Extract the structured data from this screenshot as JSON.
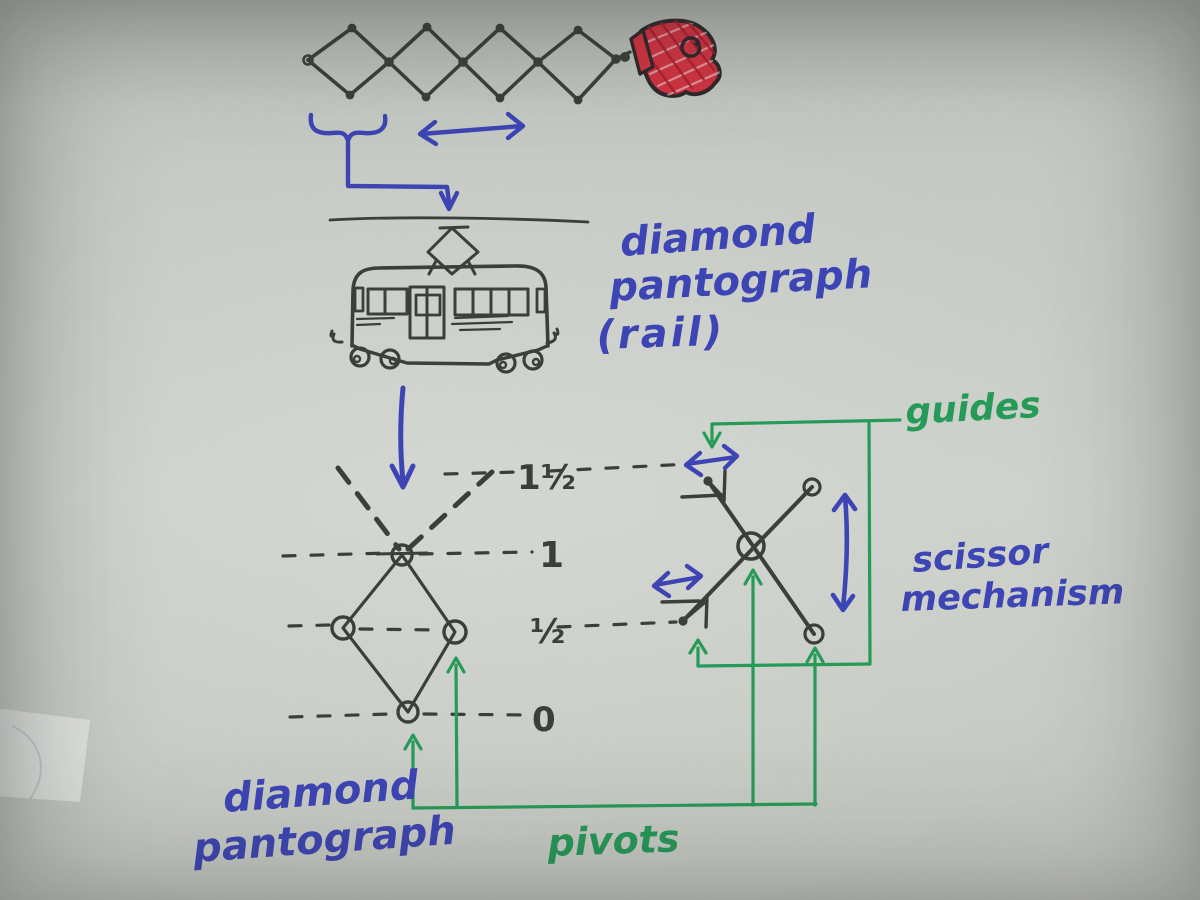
{
  "colors": {
    "paper": "#c9cdc6",
    "ink": "#383c39",
    "blue": "#3a42b5",
    "green": "#229a55",
    "red_glove": "#d5303f"
  },
  "captions": {
    "rail_label": {
      "line1": "diamond",
      "line2": "pantograph",
      "line3": "(rail)"
    },
    "scissor_label": {
      "line1": "scissor",
      "line2": "mechanism"
    },
    "diamond_label": {
      "line1": "diamond",
      "line2": "pantograph"
    },
    "guides_label": "guides",
    "pivots_label": "pivots"
  },
  "height_levels": {
    "one_and_half": "1½",
    "one": "1",
    "half": "½",
    "zero": "0"
  }
}
